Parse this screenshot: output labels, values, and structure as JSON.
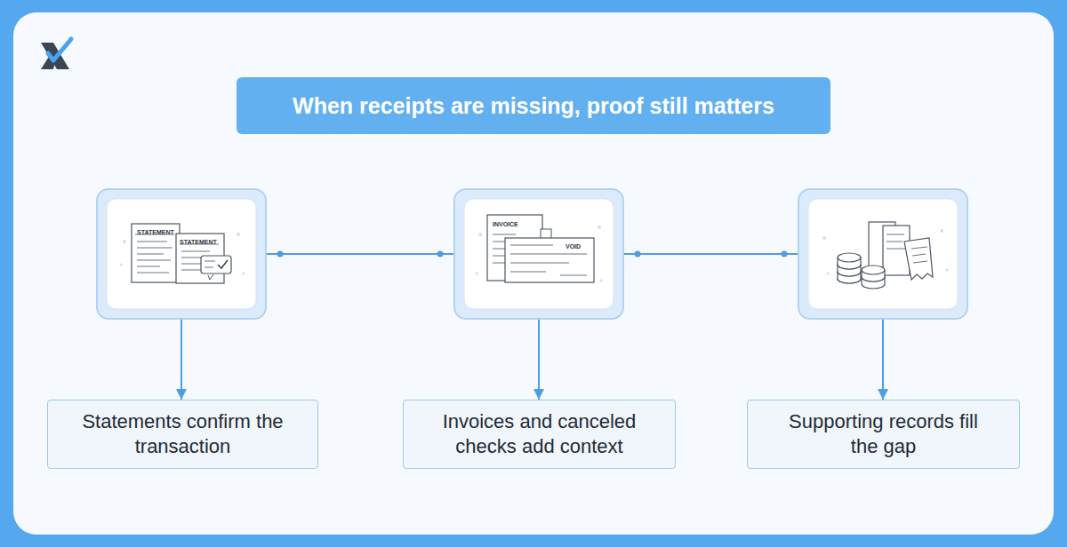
{
  "diagram": {
    "title": "When receipts are missing, proof still matters",
    "nodes": [
      {
        "text": [
          "STATEMENT",
          "STATEMENT"
        ]
      },
      {
        "text": [
          "INVOICE",
          "VOID"
        ]
      },
      {
        "text": []
      },
      {
        "text": [
          "Statements confirm the transaction"
        ]
      },
      {
        "text": [
          "Invoices and canceled checks add context"
        ]
      },
      {
        "text": [
          "Supporting records fill the gap"
        ]
      }
    ],
    "edges": [
      {
        "from": 0,
        "to": 1,
        "arrow": "none"
      },
      {
        "from": 1,
        "to": 2,
        "arrow": "none"
      },
      {
        "from": 0,
        "to": 3,
        "arrow": "to"
      },
      {
        "from": 1,
        "to": 4,
        "arrow": "to"
      },
      {
        "from": 2,
        "to": 5,
        "arrow": "to"
      }
    ]
  }
}
